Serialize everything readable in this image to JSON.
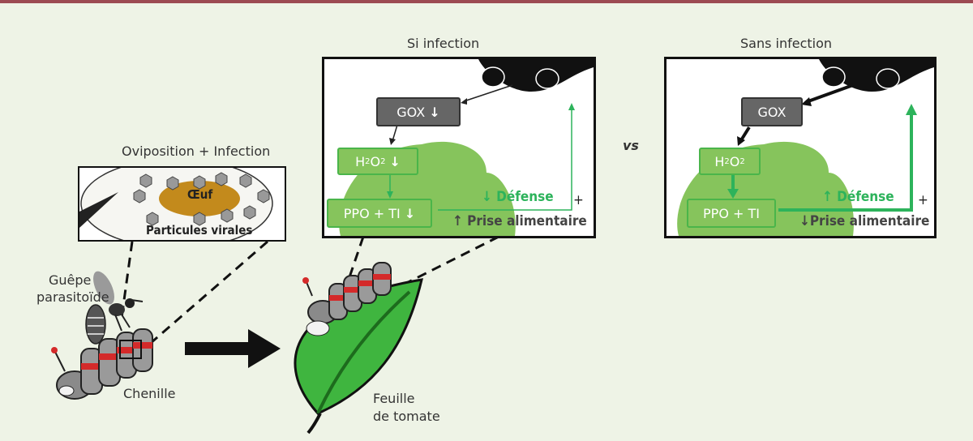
{
  "colors": {
    "background": "#eef3e6",
    "top_bar": "#9c4a52",
    "accent_green": "#2db35b",
    "bush_green": "#86c45c",
    "gox_gray": "#666666",
    "egg": "#c38a1c",
    "caterpillar_red": "#d42a2a"
  },
  "left": {
    "oviposition_title": "Oviposition + Infection",
    "egg_label": "Œuf",
    "viral_particles_label": "Particules virales",
    "wasp_label_line1": "Guêpe",
    "wasp_label_line2": "parasitoïde",
    "caterpillar_label": "Chenille",
    "leaf_label_line1": "Feuille",
    "leaf_label_line2": "de tomate"
  },
  "infection_panel": {
    "title": "Si infection",
    "gox": "GOX",
    "h2o2_h": "H",
    "h2o2_sub1": "2",
    "h2o2_o": "O",
    "h2o2_sub2": "2",
    "ppo_ti": "PPO + TI",
    "defense": "Défense",
    "feeding": "Prise alimentaire",
    "plus": "+",
    "arrow_down": "↓",
    "arrow_up": "↑"
  },
  "vs_label": "vs",
  "no_infection_panel": {
    "title": "Sans infection",
    "gox": "GOX",
    "h2o2_h": "H",
    "h2o2_sub1": "2",
    "h2o2_o": "O",
    "h2o2_sub2": "2",
    "ppo_ti": "PPO + TI",
    "defense": "Défense",
    "feeding": "Prise alimentaire",
    "plus": "+",
    "arrow_down": "↓",
    "arrow_up": "↑"
  }
}
